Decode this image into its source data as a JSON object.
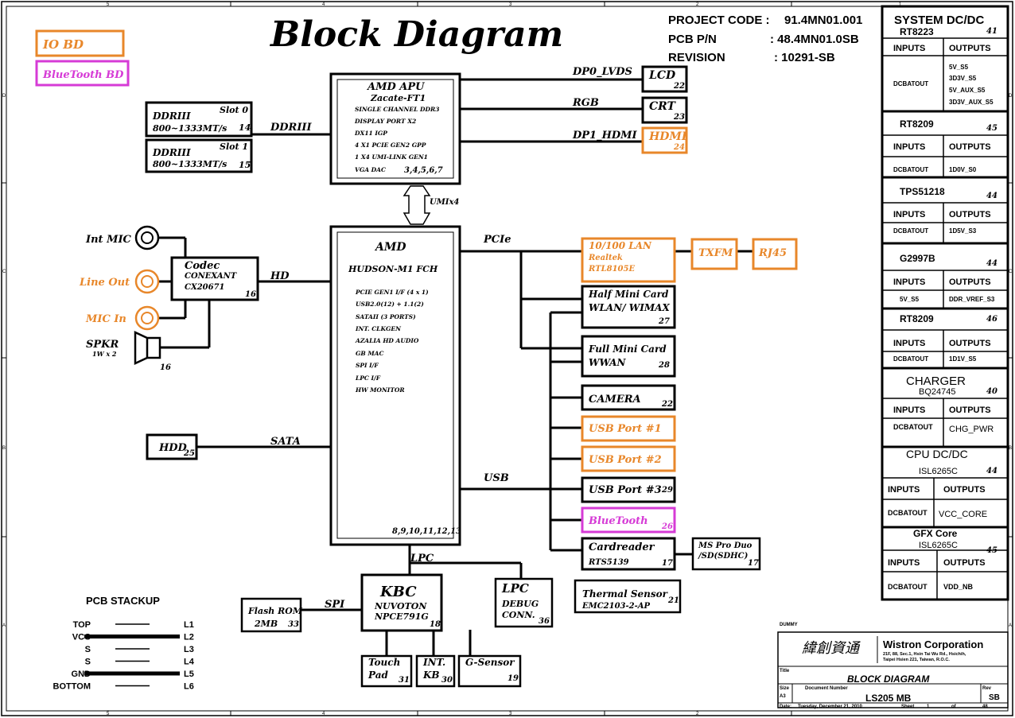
{
  "title": "Block Diagram",
  "header": {
    "project_code_label": "PROJECT CODE :",
    "project_code": "91.4MN01.001",
    "pcb_pn_label": "PCB P/N",
    "pcb_pn": ":  48.4MN01.0SB",
    "revision_label": "REVISION",
    "revision": ":  10291-SB"
  },
  "legend": {
    "io_bd": "IO BD",
    "bluetooth_bd": "BlueTooth BD"
  },
  "colors": {
    "io_orange": "#E8872A",
    "bluetooth_magenta": "#D63BD6",
    "line": "#000000"
  },
  "memory": [
    {
      "name": "DDRIII",
      "slot": "Slot 0",
      "speed": "800~1333MT/s",
      "page": "14"
    },
    {
      "name": "DDRIII",
      "slot": "Slot 1",
      "speed": "800~1333MT/s",
      "page": "15"
    }
  ],
  "apu": {
    "title": "AMD APU",
    "subtitle": "Zacate-FT1",
    "features": [
      "SINGLE CHANNEL DDR3",
      "DISPLAY PORT X2",
      "DX11 IGP",
      "4  X1 PCIE GEN2 GPP",
      "1 X4 UMI-LINK GEN1",
      "VGA DAC"
    ],
    "pages": "3,4,5,6,7"
  },
  "fch": {
    "title": "AMD",
    "subtitle": "HUDSON-M1 FCH",
    "features": [
      "PCIE GEN1 I/F (4 x 1)",
      "USB2.0(12) + 1.1(2)",
      "SATAII (3 PORTS)",
      "INT. CLKGEN",
      "AZALIA HD AUDIO",
      "GB MAC",
      "SPI I/F",
      "LPC I/F",
      "HW MONITOR"
    ],
    "pages": "8,9,10,11,12,13"
  },
  "buses": {
    "ddr": "DDRIII",
    "dp0": "DP0_LVDS",
    "rgb": "RGB",
    "dp1": "DP1_HDMI",
    "umi": "UMIx4",
    "pcie": "PCIe",
    "usb": "USB",
    "sata": "SATA",
    "hd": "HD",
    "lpc": "LPC",
    "spi": "SPI"
  },
  "displays": {
    "lcd": {
      "label": "LCD",
      "page": "22"
    },
    "crt": {
      "label": "CRT",
      "page": "23"
    },
    "hdmi": {
      "label": "HDMI",
      "page": "24"
    }
  },
  "audio": {
    "int_mic": "Int MIC",
    "line_out": "Line Out",
    "mic_in": "MIC In",
    "spkr": "SPKR",
    "spkr_sub": "1W x 2",
    "spkr_page": "16",
    "codec_title": "Codec",
    "codec_vendor": "CONEXANT",
    "codec_part": "CX20671",
    "codec_page": "16"
  },
  "hdd": {
    "label": "HDD",
    "page": "25"
  },
  "lan": {
    "title": "10/100 LAN",
    "vendor": "Realtek",
    "part": "RTL8105E",
    "txfm": "TXFM",
    "rj45": "RJ45"
  },
  "pcie_devices": {
    "half_mini": {
      "line1": "Half Mini Card",
      "line2": "WLAN/ WIMAX",
      "page": "27"
    },
    "full_mini": {
      "line1": "Full Mini Card",
      "line2": "WWAN",
      "page": "28"
    }
  },
  "usb_devices": {
    "camera": {
      "label": "CAMERA",
      "page": "22"
    },
    "usb1": {
      "label": "USB Port #1"
    },
    "usb2": {
      "label": "USB Port #2"
    },
    "usb3": {
      "label": "USB Port #3",
      "page": "29"
    },
    "bluetooth": {
      "label": "BlueTooth",
      "page": "26"
    },
    "cardreader": {
      "label": "Cardreader",
      "part": "RTS5139",
      "page": "17"
    },
    "ms_pro": {
      "line1": "MS Pro Duo",
      "line2": "/SD(SDHC)",
      "page": "17"
    }
  },
  "kbc": {
    "title": "KBC",
    "vendor": "NUVOTON",
    "part": "NPCE791G",
    "page": "18"
  },
  "flash": {
    "label": "Flash ROM",
    "size": "2MB",
    "page": "33"
  },
  "lpc_debug": {
    "title": "LPC",
    "line1": "DEBUG",
    "line2": "CONN.",
    "page": "36"
  },
  "thermal": {
    "title": "Thermal Sensor",
    "part": "EMC2103-2-AP",
    "page": "21"
  },
  "touchpad": {
    "line1": "Touch",
    "line2": "Pad",
    "page": "31"
  },
  "int_kb": {
    "line1": "INT.",
    "line2": "KB",
    "page": "30"
  },
  "gsensor": {
    "label": "G-Sensor",
    "page": "19"
  },
  "stackup": {
    "title": "PCB STACKUP",
    "layers": [
      {
        "name": "TOP",
        "id": "L1",
        "plane": false
      },
      {
        "name": "VCC",
        "id": "L2",
        "plane": true
      },
      {
        "name": "S",
        "id": "L3",
        "plane": false
      },
      {
        "name": "S",
        "id": "L4",
        "plane": false
      },
      {
        "name": "GND",
        "id": "L5",
        "plane": true
      },
      {
        "name": "BOTTOM",
        "id": "L6",
        "plane": false
      }
    ]
  },
  "power": {
    "sysdc_title": "SYSTEM DC/DC",
    "inputs_label": "INPUTS",
    "outputs_label": "OUTPUTS",
    "rt8223": {
      "part": "RT8223",
      "page": "41",
      "input": "DCBATOUT",
      "outputs": [
        "5V_S5",
        "3D3V_S5",
        "5V_AUX_S5",
        "3D3V_AUX_S5"
      ]
    },
    "rt8209a": {
      "part": "RT8209",
      "page": "45",
      "input": "DCBATOUT",
      "output": "1D0V_S0"
    },
    "tps": {
      "part": "TPS51218",
      "page": "44",
      "input": "DCBATOUT",
      "output": "1D5V_S3"
    },
    "g2997": {
      "part": "G2997B",
      "page": "44",
      "input": "5V_S5",
      "output": "DDR_VREF_S3"
    },
    "rt8209b": {
      "part": "RT8209",
      "page": "46",
      "input": "DCBATOUT",
      "output": "1D1V_S5"
    },
    "charger": {
      "title": "CHARGER",
      "part": "BQ24745",
      "page": "40",
      "input": "DCBATOUT",
      "output": "CHG_PWR"
    },
    "cpudc": {
      "title": "CPU DC/DC",
      "part": "ISL6265C",
      "page": "44",
      "input": "DCBATOUT",
      "output": "VCC_CORE"
    },
    "gfx": {
      "title": "GFX Core",
      "part": "ISL6265C",
      "page": "45",
      "input": "DCBATOUT",
      "output": "VDD_NB"
    }
  },
  "title_block": {
    "dummy": "DUMMY",
    "logo_chinese": "緯創資通",
    "company": "Wistron Corporation",
    "address1": "21F, 88, Sec.1, Hsin Tai Wu Rd., Hsichih,",
    "address2": "Taipei Hsien 221, Taiwan, R.O.C.",
    "title_label": "Title",
    "title": "BLOCK DIAGRAM",
    "size_label": "Size",
    "size": "A3",
    "doc_label": "Document Number",
    "doc": "LS205 MB",
    "rev_label": "Rev",
    "rev": "SB",
    "date_label": "Date:",
    "date": "Tuesday, December 21, 2010",
    "sheet_label": "Sheet",
    "sheet": "1",
    "of_label": "of",
    "total": "48"
  },
  "border": {
    "cols": [
      "5",
      "4",
      "3",
      "2",
      "1"
    ],
    "rows": [
      "D",
      "C",
      "B",
      "A"
    ]
  }
}
